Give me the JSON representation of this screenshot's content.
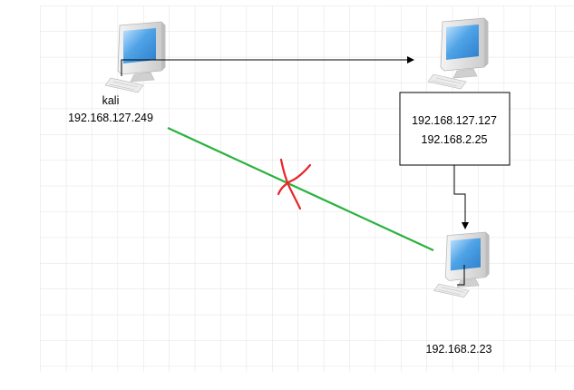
{
  "nodes": {
    "kali": {
      "name": "kali",
      "ip": "192.168.127.249",
      "icon": "desktop-computer-icon"
    },
    "gateway": {
      "icon": "desktop-computer-icon"
    },
    "gateway_box": {
      "line1": "192.168.127.127",
      "line2": "192.168.2.25"
    },
    "target": {
      "ip": "192.168.2.23",
      "icon": "desktop-computer-icon"
    }
  },
  "connections": [
    {
      "from": "kali",
      "to": "gateway",
      "style": "arrow",
      "color": "#000000"
    },
    {
      "from": "gateway_box",
      "to": "target",
      "style": "arrow",
      "color": "#000000"
    },
    {
      "from": "kali",
      "to": "target",
      "style": "line",
      "color": "#2bb23e",
      "blocked": true,
      "blocked_mark_color": "#e8262b"
    }
  ],
  "colors": {
    "grid": "#e2e2e2",
    "background": "#ffffff",
    "screen": "#4fa3e6"
  }
}
